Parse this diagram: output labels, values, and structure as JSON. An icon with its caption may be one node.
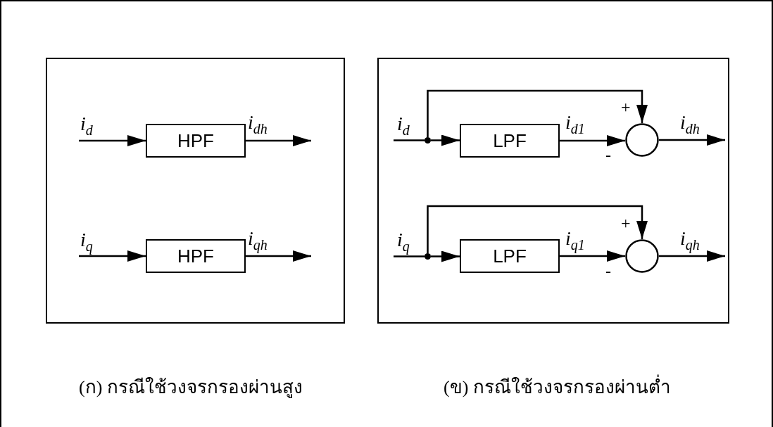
{
  "diagram": {
    "nodes": [
      {
        "text": [],
        "shape": "box"
      },
      {
        "text": [
          "HPF"
        ],
        "in": 0
      },
      {
        "text": [
          "HPF"
        ],
        "in": 0
      },
      {
        "text": [],
        "shape": "box"
      },
      {
        "text": [
          "LPF"
        ],
        "in": 3
      },
      {
        "text": [],
        "shape": "circle",
        "in": 3
      },
      {
        "text": [],
        "shape": "circle",
        "in": 3
      },
      {
        "text": [
          "LPF"
        ],
        "in": 3
      },
      {
        "text": [],
        "shape": "circle",
        "in": 3
      },
      {
        "text": [],
        "shape": "circle",
        "in": 3
      }
    ],
    "edges": [
      {
        "from": null,
        "to": 1,
        "arrow": "to",
        "label": "i$_{d}$"
      },
      {
        "from": 1,
        "to": null,
        "arrow": "to",
        "label": "i$_{dh}$"
      },
      {
        "from": null,
        "to": 2,
        "arrow": "to",
        "label": "i$_{q}$"
      },
      {
        "from": 2,
        "to": null,
        "arrow": "to",
        "label": "i$_{qh}$"
      },
      {
        "from": null,
        "to": 6,
        "arrow": "none",
        "label": "i$_{d}$"
      },
      {
        "from": 6,
        "to": 4,
        "arrow": "to"
      },
      {
        "from": 4,
        "to": 5,
        "arrow": "to",
        "label": "i$_{d1}$"
      },
      {
        "from": 6,
        "to": 5,
        "arrow": "to"
      },
      {
        "from": 5,
        "to": null,
        "arrow": "to",
        "label": "i$_{dh}$"
      },
      {
        "from": null,
        "to": 9,
        "arrow": "none",
        "label": "i$_{q}$"
      },
      {
        "from": 9,
        "to": 7,
        "arrow": "to"
      },
      {
        "from": 7,
        "to": 8,
        "arrow": "to",
        "label": "i$_{q1}$"
      },
      {
        "from": 9,
        "to": 8,
        "arrow": "to"
      },
      {
        "from": 8,
        "to": null,
        "arrow": "to",
        "label": "i$_{qh}$"
      }
    ],
    "labels": [
      "+",
      "-",
      "+",
      "-",
      "(ก) กรณีใช้วงจรกรองผ่านสูง",
      "(ข) กรณีใช้วงจรกรองผ่านต่ำ"
    ]
  }
}
